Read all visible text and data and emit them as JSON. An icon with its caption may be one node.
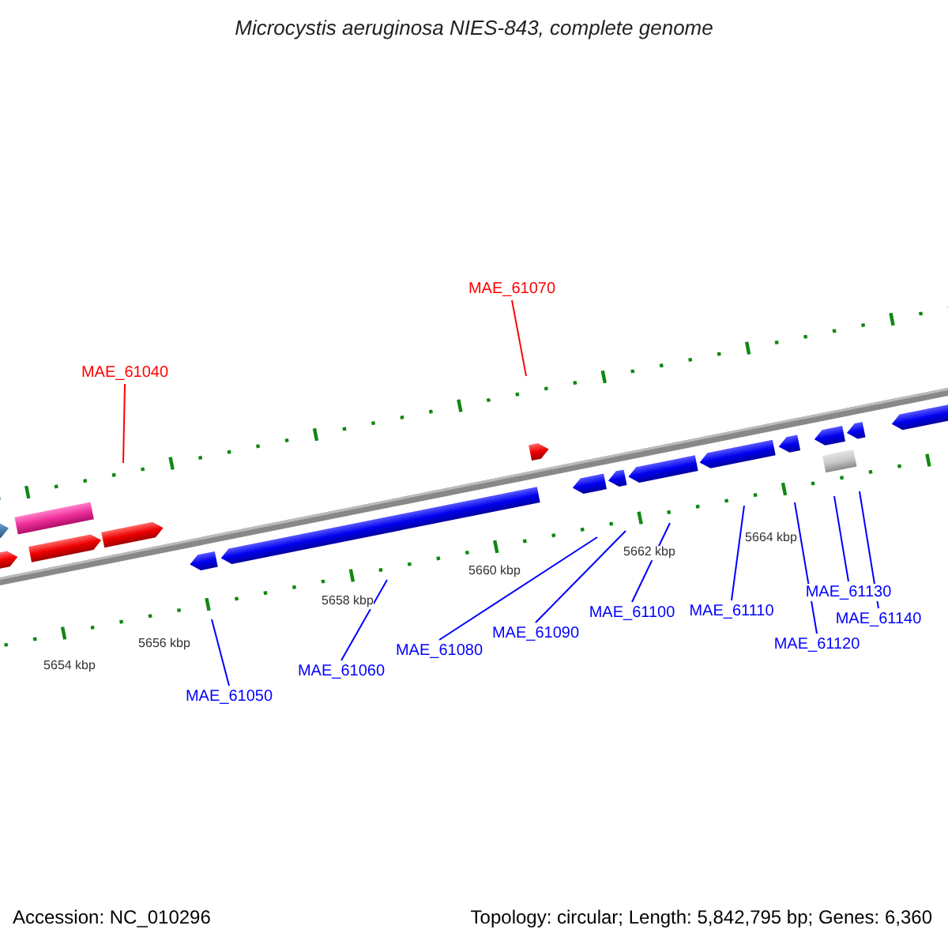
{
  "diagram": {
    "title": "Microcystis aeruginosa NIES-843, complete genome",
    "nodes": [
      {
        "text": [
          "MAE_61040"
        ]
      },
      {
        "text": [
          "MAE_61050"
        ]
      },
      {
        "text": [
          "MAE_61060"
        ]
      },
      {
        "text": [
          "MAE_61070"
        ]
      },
      {
        "text": [
          "MAE_61080"
        ]
      },
      {
        "text": [
          "MAE_61090"
        ]
      },
      {
        "text": [
          "MAE_61100"
        ]
      },
      {
        "text": [
          "MAE_61110"
        ]
      },
      {
        "text": [
          "MAE_61120"
        ]
      },
      {
        "text": [
          "MAE_61130"
        ]
      },
      {
        "text": [
          "MAE_61140"
        ]
      }
    ],
    "edges": [
      {
        "from": 0,
        "to": null,
        "arrow": "none",
        "color": "#ff0000"
      },
      {
        "from": 1,
        "to": null,
        "arrow": "none"
      },
      {
        "from": 2,
        "to": null,
        "arrow": "none"
      },
      {
        "from": 3,
        "to": null,
        "arrow": "none",
        "color": "#ff0000"
      },
      {
        "from": 4,
        "to": null,
        "arrow": "none"
      },
      {
        "from": 5,
        "to": null,
        "arrow": "none"
      },
      {
        "from": 6,
        "to": null,
        "arrow": "none"
      },
      {
        "from": 7,
        "to": null,
        "arrow": "none"
      },
      {
        "from": 8,
        "to": null,
        "arrow": "none"
      },
      {
        "from": 9,
        "to": null,
        "arrow": "none"
      },
      {
        "from": 10,
        "to": null,
        "arrow": "none"
      }
    ],
    "labels": [
      "5654 kbp",
      "5656 kbp",
      "5658 kbp",
      "5660 kbp",
      "5662 kbp",
      "5664 kbp",
      "Accession: NC_010296",
      "Topology: circular; Length: 5,842,795 bp; Genes: 6,360"
    ]
  }
}
